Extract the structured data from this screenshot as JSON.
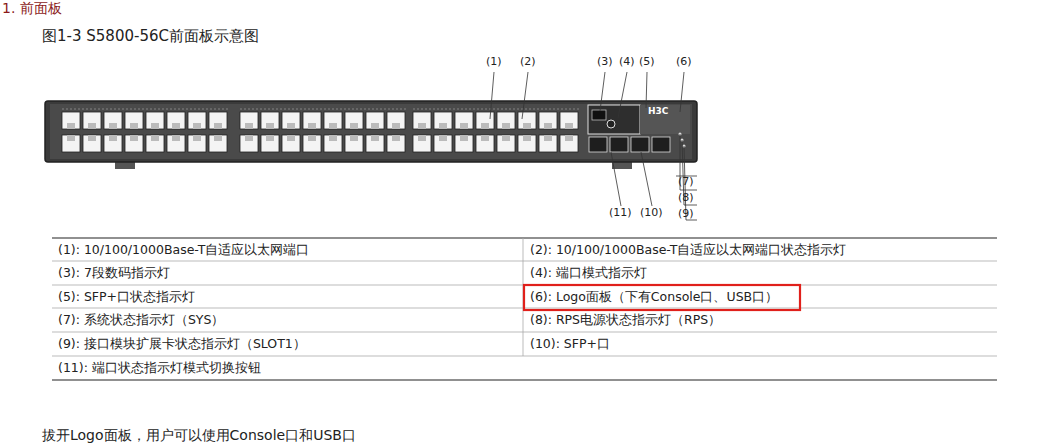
{
  "diagram": {
    "title": "图1-3 S5800-56C前面板示意图",
    "labels": [
      "1. 前面板",
      "(1)",
      "(2)",
      "(3)",
      "(4)",
      "(5)",
      "(6)",
      "(7)",
      "(8)",
      "(9)",
      "(11)",
      "(10)",
      "H3C",
      "(1): 10/100/1000Base-T自适应以太网端口",
      "(2): 10/100/1000Base-T自适应以太网端口状态指示灯",
      "(3): 7段数码指示灯",
      "(4): 端口模式指示灯",
      "(5): SFP+口状态指示灯",
      "(6): Logo面板（下有Console口、USB口）",
      "(7): 系统状态指示灯（SYS）",
      "(8): RPS电源状态指示灯（RPS）",
      "(9): 接口模块扩展卡状态指示灯（SLOT1）",
      "(10): SFP+口",
      "(11): 端口状态指示灯模式切换按钮",
      "拔开Logo面板，用户可以使用Console口和USB口"
    ]
  }
}
